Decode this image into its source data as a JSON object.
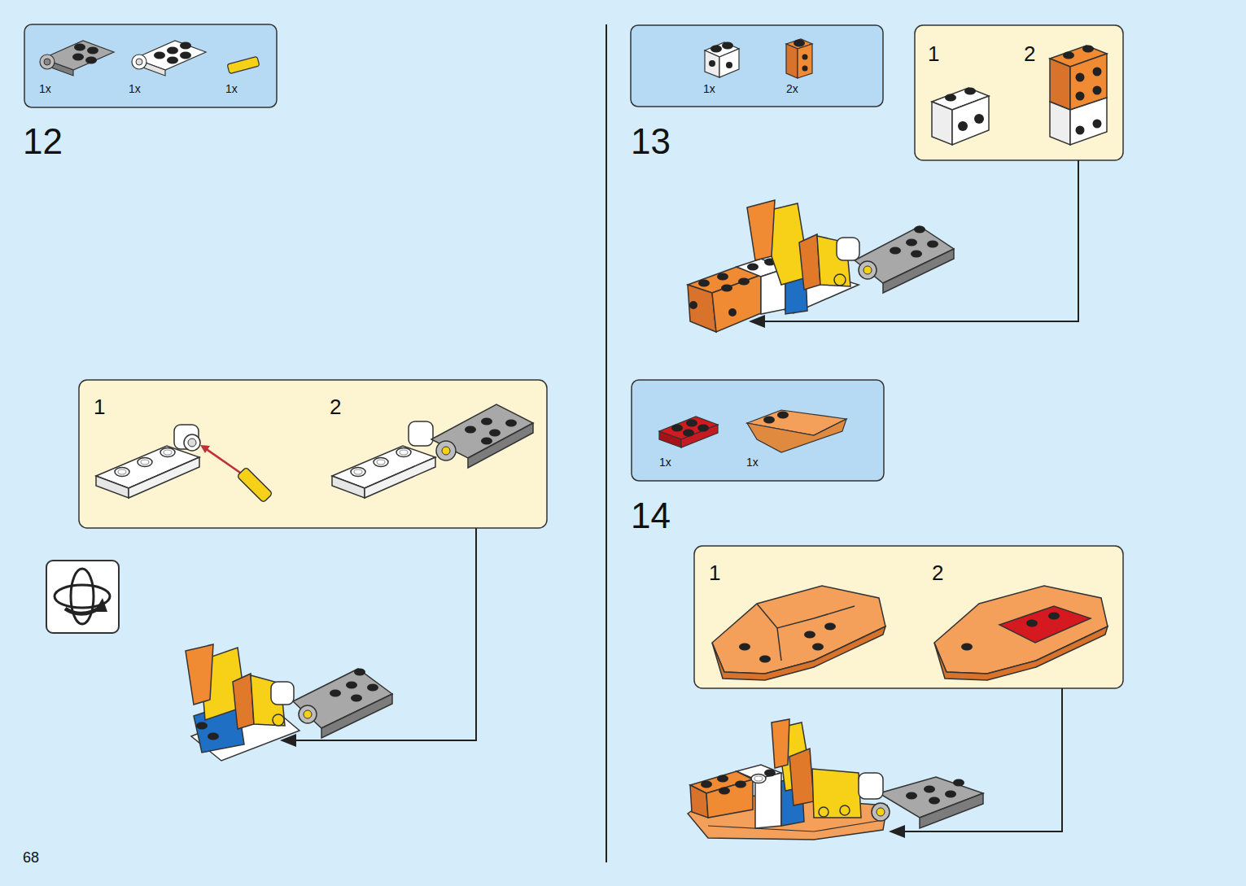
{
  "diagram": {
    "nodes": [
      {
        "text": [
          "1x",
          "1x",
          "1x"
        ]
      },
      {
        "text": [
          "1",
          "2"
        ]
      },
      {
        "text": [
          "1x",
          "2x"
        ]
      },
      {
        "text": [
          "1",
          "2"
        ]
      },
      {
        "text": [
          "1x",
          "1x"
        ]
      },
      {
        "text": [
          "1",
          "2"
        ]
      }
    ],
    "labels": [
      "12",
      "13",
      "14",
      "68"
    ]
  }
}
